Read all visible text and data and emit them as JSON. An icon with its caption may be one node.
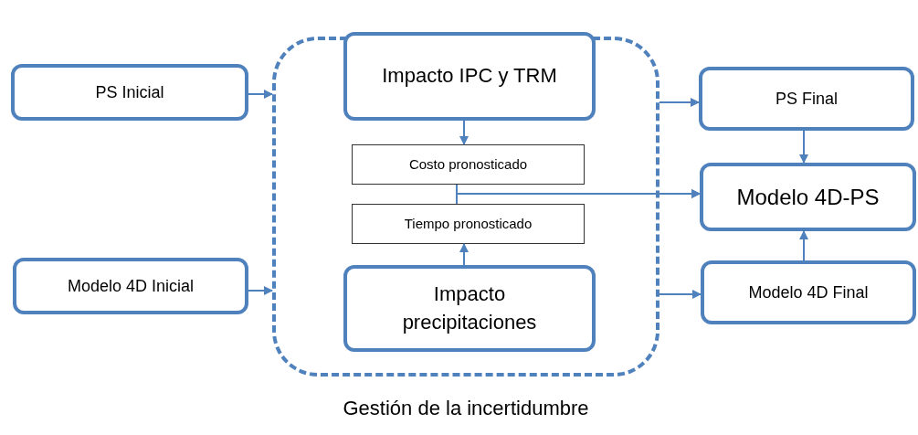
{
  "diagram": {
    "nodes": [
      {
        "text": [
          "PS Inicial"
        ]
      },
      {
        "text": [
          "Modelo 4D Inicial"
        ]
      },
      {
        "text": [
          "Gestión de la incertidumbre"
        ]
      },
      {
        "text": [
          "Impacto IPC y TRM"
        ],
        "in": 2
      },
      {
        "text": [
          "Costo pronosticado"
        ],
        "in": 2
      },
      {
        "text": [
          "Tiempo pronosticado"
        ],
        "in": 2
      },
      {
        "text": [
          "Impacto precipitaciones"
        ],
        "in": 2
      },
      {
        "text": [
          "PS Final"
        ]
      },
      {
        "text": [
          "Modelo 4D-PS"
        ]
      },
      {
        "text": [
          "Modelo 4D Final"
        ]
      }
    ],
    "edges": [
      {
        "from": 0,
        "to": 2,
        "arrow": "to"
      },
      {
        "from": 1,
        "to": 2,
        "arrow": "to"
      },
      {
        "from": 3,
        "to": 4,
        "arrow": "to"
      },
      {
        "from": 6,
        "to": 5,
        "arrow": "to"
      },
      {
        "from": 4,
        "to": 8,
        "arrow": "to"
      },
      {
        "from": 5,
        "to": 8,
        "arrow": "to"
      },
      {
        "from": 2,
        "to": 7,
        "arrow": "to"
      },
      {
        "from": 2,
        "to": 9,
        "arrow": "to"
      },
      {
        "from": 7,
        "to": 8,
        "arrow": "to"
      },
      {
        "from": 9,
        "to": 8,
        "arrow": "to"
      }
    ]
  }
}
